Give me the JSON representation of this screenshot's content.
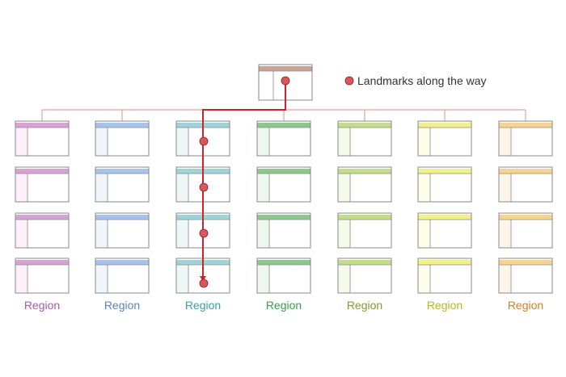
{
  "legend": {
    "label": "Landmarks along the way",
    "marker_color": "#d9575b",
    "icon": "landmark-dot-icon"
  },
  "path": {
    "color": "#c8262c",
    "landmark_rows": [
      0,
      1,
      2,
      3
    ],
    "destination_column": 2
  },
  "tree": {
    "connector_color": "#e3a39a",
    "root_header_color": "#c9a394"
  },
  "columns": [
    {
      "label": "Region",
      "header_color": "#d7a3d4",
      "sidebar_color": "#fcf1fb",
      "label_color": "#a85aa8"
    },
    {
      "label": "Region",
      "header_color": "#a7c3ec",
      "sidebar_color": "#f0f5fc",
      "label_color": "#5f82bf"
    },
    {
      "label": "Region",
      "header_color": "#9ed3da",
      "sidebar_color": "#edf7f8",
      "label_color": "#3f9ba6"
    },
    {
      "label": "Region",
      "header_color": "#8cc78b",
      "sidebar_color": "#eef7ee",
      "label_color": "#3d9a4f"
    },
    {
      "label": "Region",
      "header_color": "#c2de8a",
      "sidebar_color": "#f5f9ea",
      "label_color": "#7e9f35"
    },
    {
      "label": "Region",
      "header_color": "#f2f08a",
      "sidebar_color": "#fcfce9",
      "label_color": "#b5b72a"
    },
    {
      "label": "Region",
      "header_color": "#f7d391",
      "sidebar_color": "#fdf6e8",
      "label_color": "#c9822d"
    }
  ],
  "rows": 4
}
